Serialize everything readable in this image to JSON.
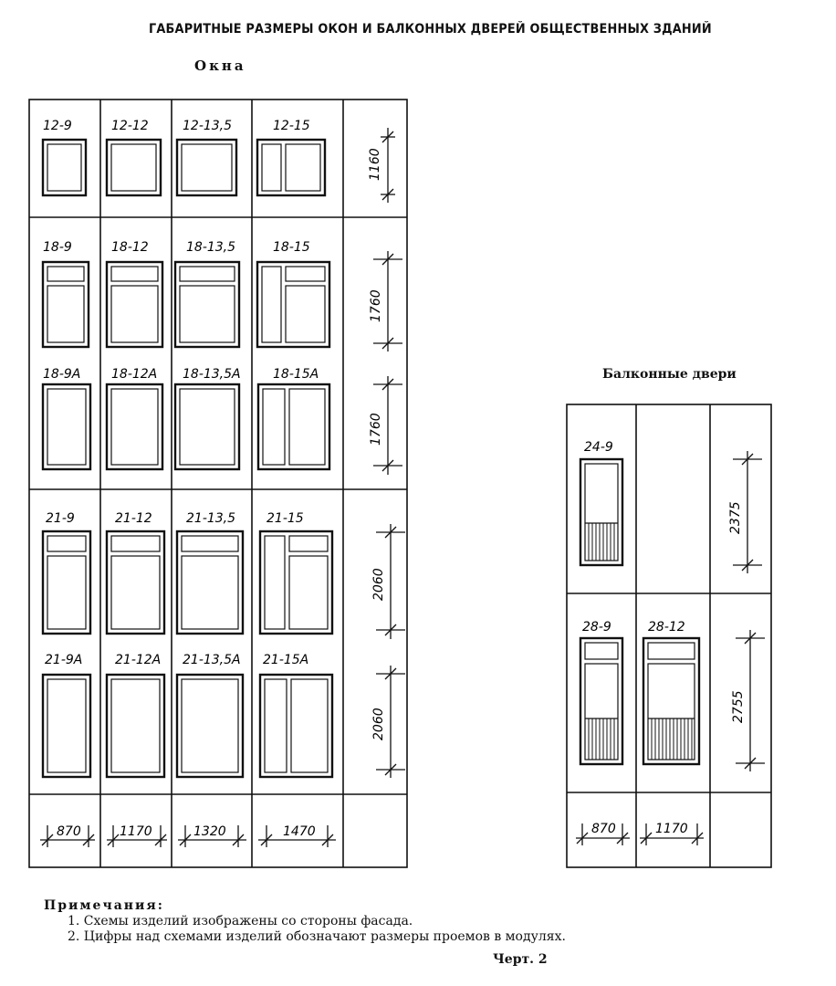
{
  "title": "ГАБАРИТНЫЕ РАЗМЕРЫ ОКОН И БАЛКОННЫХ ДВЕРЕЙ ОБЩЕСТВЕННЫХ ЗДАНИЙ",
  "windows_title": "Окна",
  "doors_title": "Балконные двери",
  "windows": [
    {
      "label": "12-9",
      "type": "A"
    },
    {
      "label": "12-12",
      "type": "A"
    },
    {
      "label": "12-13,5",
      "type": "A"
    },
    {
      "label": "12-15",
      "type": "C"
    },
    {
      "label": "18-9",
      "type": "B"
    },
    {
      "label": "18-12",
      "type": "B"
    },
    {
      "label": "18-13,5",
      "type": "B"
    },
    {
      "label": "18-15",
      "type": "D"
    },
    {
      "label": "18-9А",
      "type": "A"
    },
    {
      "label": "18-12А",
      "type": "A"
    },
    {
      "label": "18-13,5А",
      "type": "A"
    },
    {
      "label": "18-15А",
      "type": "C"
    },
    {
      "label": "21-9",
      "type": "B"
    },
    {
      "label": "21-12",
      "type": "B"
    },
    {
      "label": "21-13,5",
      "type": "B"
    },
    {
      "label": "21-15",
      "type": "D"
    },
    {
      "label": "21-9А",
      "type": "A"
    },
    {
      "label": "21-12А",
      "type": "A"
    },
    {
      "label": "21-13,5А",
      "type": "A"
    },
    {
      "label": "21-15А",
      "type": "C"
    }
  ],
  "window_heights": [
    "1160",
    "1760",
    "1760",
    "2060",
    "2060"
  ],
  "window_widths": [
    "870",
    "1170",
    "1320",
    "1470"
  ],
  "doors": [
    {
      "label": "24-9",
      "type": "door"
    },
    {
      "label": "28-9",
      "type": "door_transom"
    },
    {
      "label": "28-12",
      "type": "door_transom"
    }
  ],
  "door_heights": [
    "2375",
    "2755"
  ],
  "door_widths": [
    "870",
    "1170"
  ],
  "notes": {
    "heading": "Примечания:",
    "items": [
      "1. Схемы изделий изображены со стороны фасада.",
      "2. Цифры над схемами изделий обозначают размеры проемов в модулях."
    ]
  },
  "chert": "Черт. 2"
}
